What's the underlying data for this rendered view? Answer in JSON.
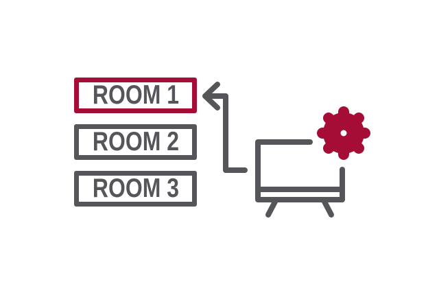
{
  "rooms": [
    {
      "label": "ROOM 1",
      "highlighted": true
    },
    {
      "label": "ROOM 2",
      "highlighted": false
    },
    {
      "label": "ROOM 3",
      "highlighted": false
    }
  ],
  "colors": {
    "accent_red": "#A50D36",
    "gray": "#55565A",
    "background": "#FFFFFF"
  },
  "icons": {
    "arrow": "arrow-left-icon",
    "tv": "tv-icon",
    "gear": "gear-settings-icon"
  }
}
